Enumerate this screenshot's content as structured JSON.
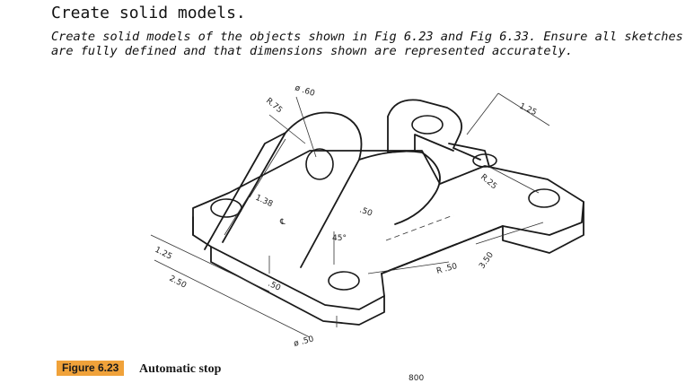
{
  "heading": "Create solid models.",
  "instructions": {
    "line1": "Create solid models of the objects shown in Fig 6.23 and Fig 6.33. Ensure all sketches",
    "line2": "are fully defined and that dimensions shown are represented accurately."
  },
  "figure": {
    "badge": "Figure 6.23",
    "caption": "Automatic stop",
    "badge_color": "#f0a23a"
  },
  "dimensions": {
    "hole_dia_top": "ø .60",
    "radius_top": "R.75",
    "height_138": "1.38",
    "centerline": "℄",
    "thickness_50_right": ".50",
    "angle": "45°",
    "thickness_50_mid": ".50",
    "width_125": "1.25",
    "width_250": "2.50",
    "hole_dia_bottom": "ø .50",
    "radius_50": "R .50",
    "length_350": "3.50",
    "spacing_125": "1.25",
    "radius_25": "R.25",
    "bottom_800": "800"
  }
}
